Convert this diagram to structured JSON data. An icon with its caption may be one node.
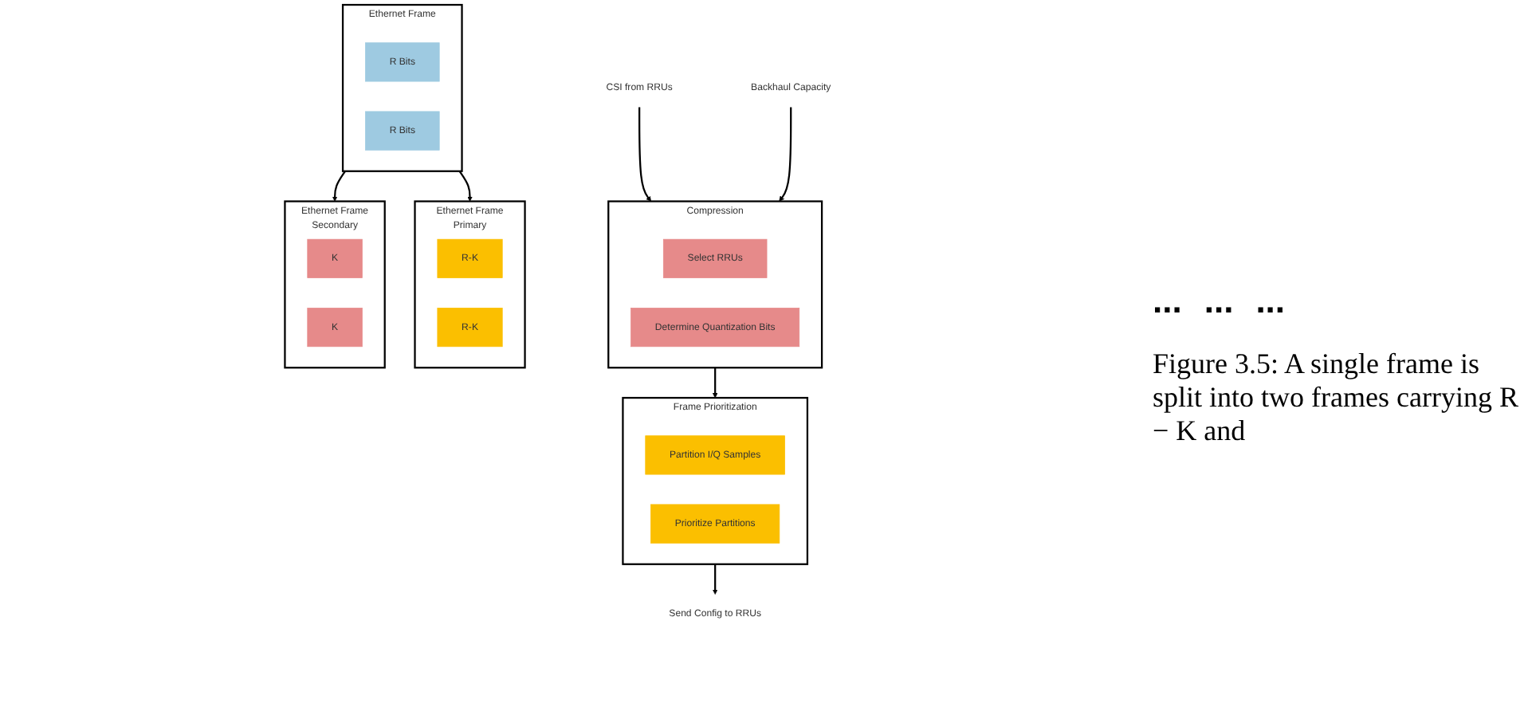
{
  "diagram": {
    "caption": "Figure 3.5: A single frame is split into two frames carrying R − K and",
    "nodes": [
      {
        "text": [
          "CSI from RRUs"
        ]
      },
      {
        "text": [
          "Backhaul Capacity"
        ]
      },
      {
        "text": [
          "Compression"
        ]
      },
      {
        "text": [
          "Select RRUs"
        ],
        "in": 2
      },
      {
        "text": [
          "Determine Quantization Bits"
        ],
        "in": 2
      },
      {
        "text": [
          "Frame Prioritization"
        ]
      },
      {
        "text": [
          "Partition I/Q Samples"
        ],
        "in": 5
      },
      {
        "text": [
          "Prioritize Partitions"
        ],
        "in": 5
      },
      {
        "text": [
          "Send Config to RRUs"
        ]
      },
      {
        "text": [
          "Ethernet Frame"
        ]
      },
      {
        "text": [
          "R Bits"
        ],
        "in": 9
      },
      {
        "text": [
          "R Bits"
        ],
        "in": 9
      },
      {
        "text": [
          "Ethernet Frame",
          "Primary"
        ]
      },
      {
        "text": [
          "R-K"
        ],
        "in": 12
      },
      {
        "text": [
          "R-K"
        ],
        "in": 12
      },
      {
        "text": [
          "Ethernet Frame",
          "Secondary"
        ]
      },
      {
        "text": [
          "K"
        ],
        "in": 15
      },
      {
        "text": [
          "K"
        ],
        "in": 15
      }
    ],
    "edges": [
      {
        "from": 0,
        "to": 2,
        "arrow": "to"
      },
      {
        "from": 1,
        "to": 2,
        "arrow": "to"
      },
      {
        "from": 2,
        "to": 5,
        "arrow": "to"
      },
      {
        "from": 5,
        "to": 8,
        "arrow": "to"
      },
      {
        "from": 9,
        "to": 12,
        "arrow": "to"
      },
      {
        "from": 9,
        "to": 15,
        "arrow": "to"
      }
    ],
    "labels": [
      "...",
      "...",
      "..."
    ]
  }
}
